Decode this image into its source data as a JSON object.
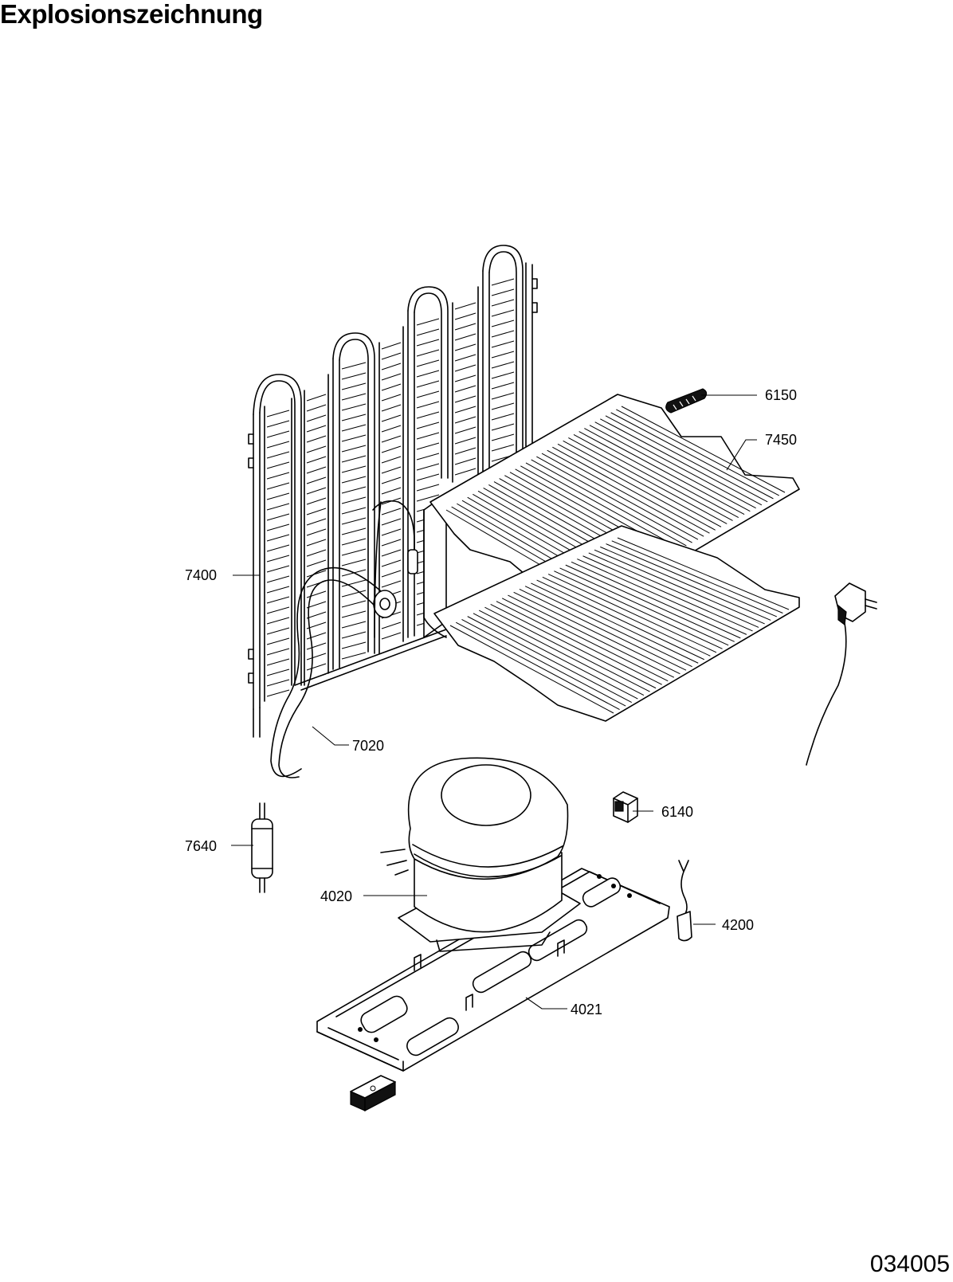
{
  "title": "Explosionszeichnung",
  "drawing_code": "034005",
  "callouts": {
    "p6150": "6150",
    "p7450": "7450",
    "p7400": "7400",
    "p7020": "7020",
    "p6140": "6140",
    "p7640": "7640",
    "p4020": "4020",
    "p4200": "4200",
    "p4021": "4021"
  },
  "colors": {
    "line": "#000000",
    "background": "#ffffff"
  }
}
